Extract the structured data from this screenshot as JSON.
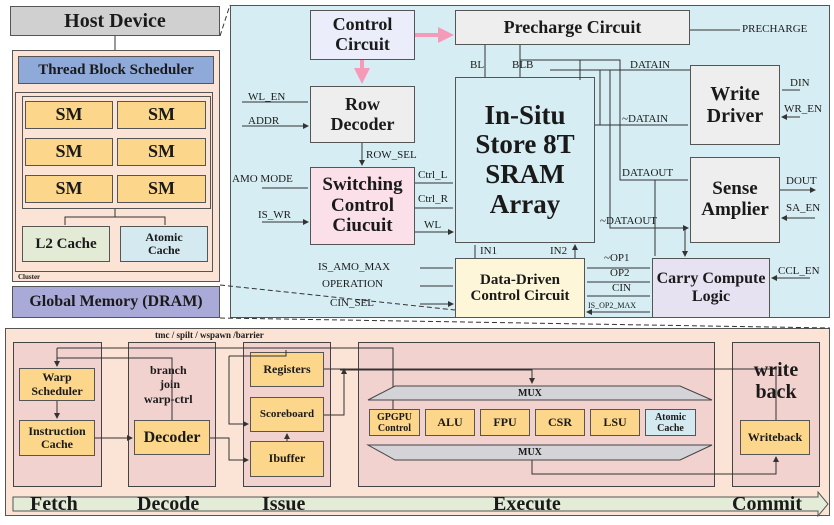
{
  "host": {
    "host_device": "Host Device",
    "thread_block_scheduler": "Thread Block Scheduler",
    "sm": [
      "SM",
      "SM",
      "SM",
      "SM",
      "SM",
      "SM"
    ],
    "l2_cache": "L2 Cache",
    "atomic_cache": "Atomic Cache",
    "cluster": "Cluster",
    "global_memory": "Global Memory (DRAM)"
  },
  "sram": {
    "control_circuit": "Control Circuit",
    "precharge_circuit": "Precharge Circuit",
    "precharge": "PRECHARGE",
    "row_decoder": "Row Decoder",
    "switching": "Switching Control Ciucuit",
    "array": "In-Situ Store 8T SRAM Array",
    "write_driver": "Write Driver",
    "sense_amp": "Sense Amplier",
    "data_driven": "Data-Driven Control Circuit",
    "carry": "Carry Compute Logic",
    "signals": {
      "wl_en": "WL_EN",
      "addr": "ADDR",
      "row_sel": "ROW_SEL",
      "amo_mode": "AMO MODE",
      "is_wr": "IS_WR",
      "ctrl_l": "Ctrl_L",
      "ctrl_r": "Ctrl_R",
      "wl": "WL",
      "bl": "BL",
      "blb": "BLB",
      "datain": "DATAIN",
      "ndatain": "~DATAIN",
      "din": "DIN",
      "wr_en": "WR_EN",
      "dataout": "DATAOUT",
      "ndataout": "~DATAOUT",
      "dout": "DOUT",
      "sa_en": "SA_EN",
      "in1": "IN1",
      "in2": "IN2",
      "is_amo_max": "IS_AMO_MAX",
      "operation": "OPERATION",
      "cin_sel": "CIN_SEL",
      "nop1": "~OP1",
      "op2": "OP2",
      "cin": "CIN",
      "is_op2_max": "IS_OP2_MAX",
      "ccl_en": "CCL_EN"
    }
  },
  "pipeline": {
    "feedback": "tmc / spilt / wspawn /barrier",
    "warp_scheduler": "Warp Scheduler",
    "instruction_cache": "Instruction Cache",
    "branch": "branch",
    "join": "join",
    "warp_ctrl": "warp-ctrl",
    "decoder": "Decoder",
    "registers": "Registers",
    "scoreboard": "Scoreboard",
    "ibuffer": "Ibuffer",
    "mux": "MUX",
    "units": [
      "GPGPU Control",
      "ALU",
      "FPU",
      "CSR",
      "LSU",
      "Atomic Cache"
    ],
    "write_back": "write back",
    "writeback": "Writeback",
    "stages": [
      "Fetch",
      "Decode",
      "Issue",
      "Execute",
      "Commit"
    ]
  },
  "colors": {
    "cluster": "#fbe3d6",
    "sm": "#fcd68a",
    "scheduler": "#8fa9d8",
    "dram": "#aaaad8",
    "sram_panel": "#d6eef3",
    "stage": "#f2d2cf",
    "arrow_pink": "#f59ab8"
  }
}
